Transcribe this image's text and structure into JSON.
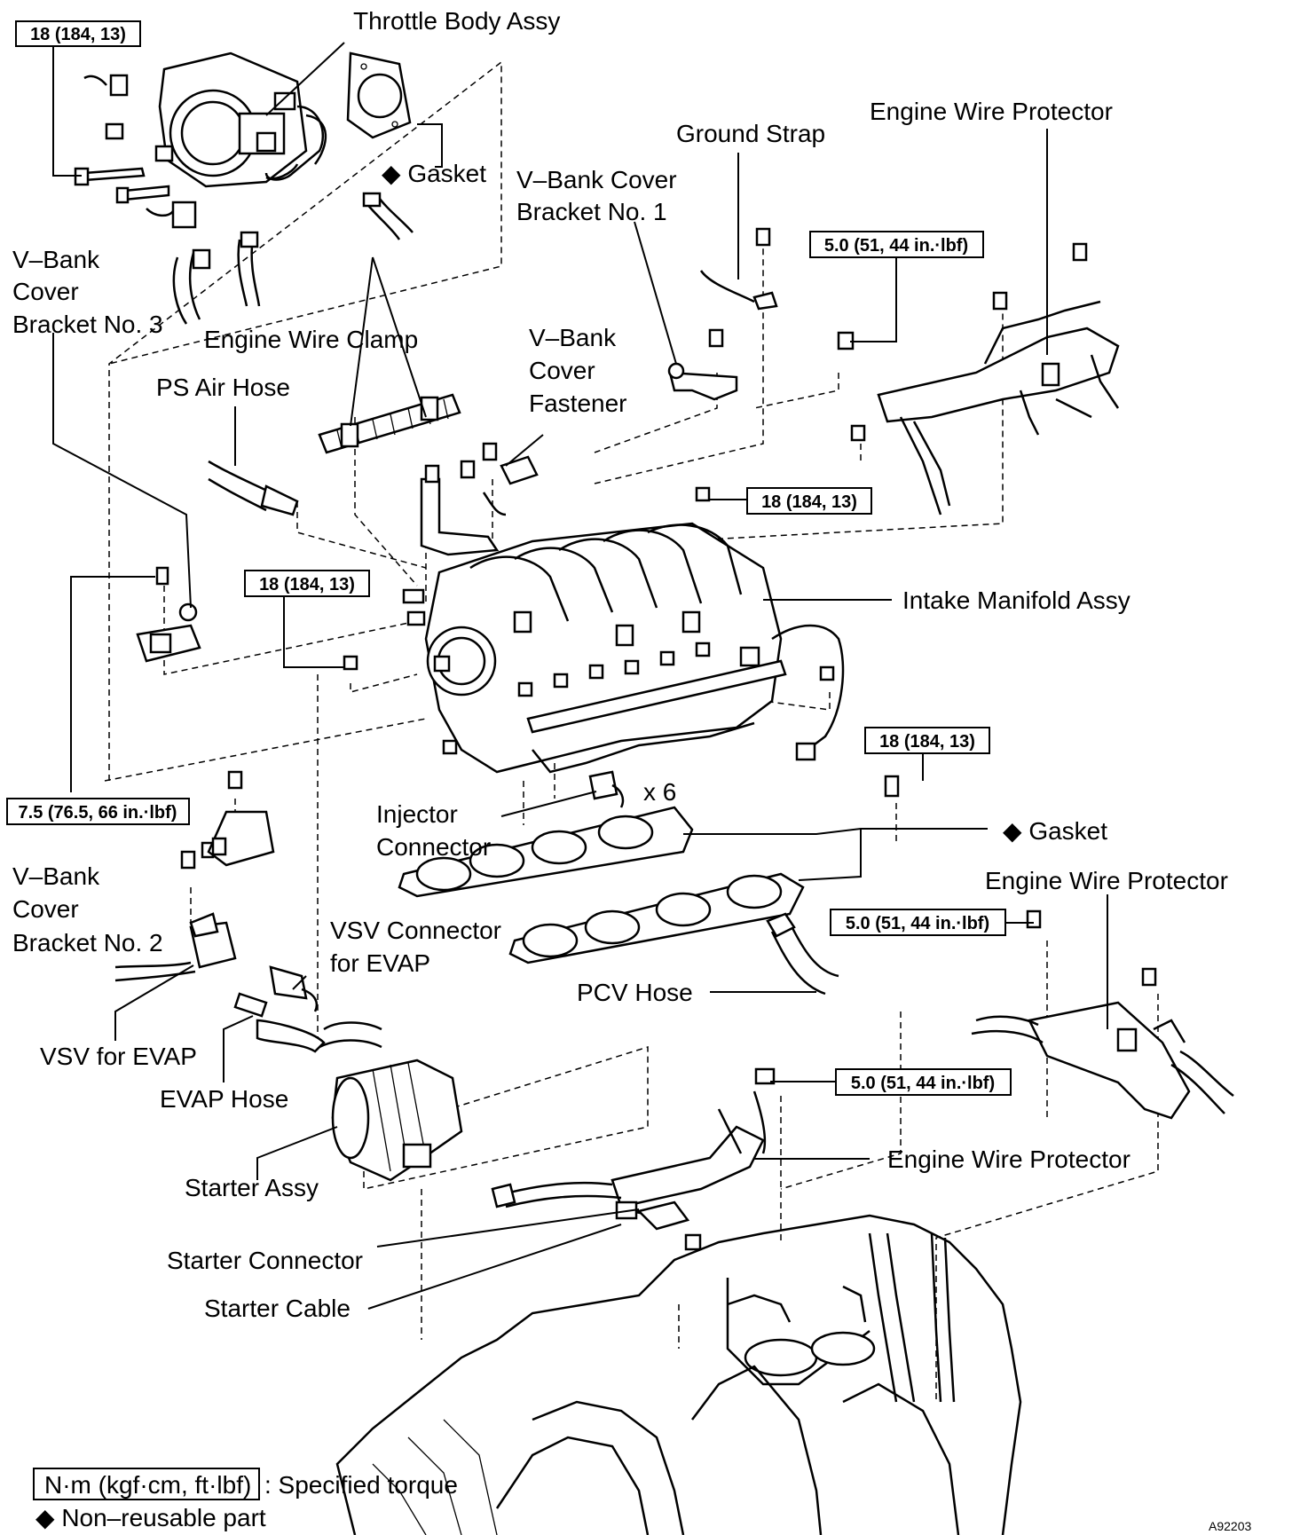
{
  "labels": {
    "throttle_body": "Throttle Body Assy",
    "gasket_top": "Gasket",
    "ground_strap": "Ground Strap",
    "engine_wire_protector_top": "Engine Wire Protector",
    "vbank_bracket1_l1": "V–Bank Cover",
    "vbank_bracket1_l2": "Bracket No. 1",
    "vbank_bracket3_l1": "V–Bank",
    "vbank_bracket3_l2": "Cover",
    "vbank_bracket3_l3": "Bracket No. 3",
    "engine_wire_clamp": "Engine Wire Clamp",
    "vbank_fastener_l1": "V–Bank",
    "vbank_fastener_l2": "Cover",
    "vbank_fastener_l3": "Fastener",
    "ps_air_hose": "PS Air Hose",
    "intake_manifold": "Intake Manifold Assy",
    "x6": "x 6",
    "injector_connector_l1": "Injector",
    "injector_connector_l2": "Connector",
    "gasket_mid": "Gasket",
    "engine_wire_protector_mid": "Engine Wire Protector",
    "vbank_bracket2_l1": "V–Bank",
    "vbank_bracket2_l2": "Cover",
    "vbank_bracket2_l3": "Bracket No. 2",
    "vsv_connector_l1": "VSV Connector",
    "vsv_connector_l2": "for EVAP",
    "pcv_hose": "PCV Hose",
    "vsv_evap": "VSV for EVAP",
    "evap_hose": "EVAP Hose",
    "starter_assy": "Starter Assy",
    "engine_wire_protector_low": "Engine Wire Protector",
    "starter_connector": "Starter Connector",
    "starter_cable": "Starter Cable"
  },
  "torques": {
    "t1": "18 (184, 13)",
    "t2": "5.0 (51, 44 in.·lbf)",
    "t3": "18 (184, 13)",
    "t4": "18 (184, 13)",
    "t5": "7.5 (76.5, 66 in.·lbf)",
    "t6": "18 (184, 13)",
    "t7": "5.0 (51, 44 in.·lbf)",
    "t8": "5.0 (51, 44 in.·lbf)"
  },
  "legend": {
    "unit_box": "N·m (kgf·cm, ft·lbf)",
    "unit_text": ": Specified torque",
    "nonreusable": "Non–reusable part"
  },
  "figure_id": "A92203"
}
